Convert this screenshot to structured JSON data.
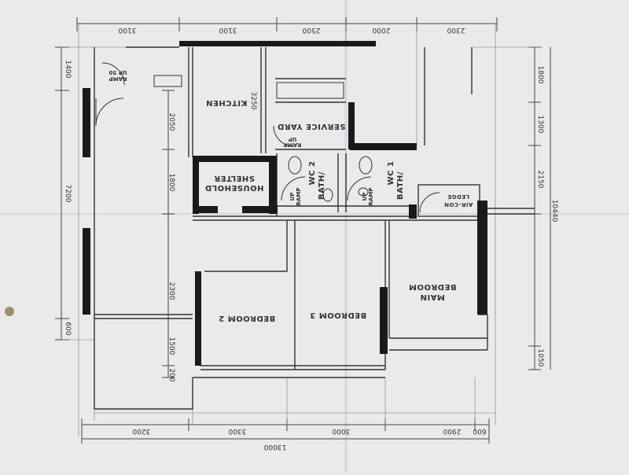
{
  "plan": {
    "rooms": {
      "kitchen": "KITCHEN",
      "service_yard": "SERVICE YARD",
      "household_shelter_line1": "HOUSEHOLD",
      "household_shelter_line2": "SHELTER",
      "bath_wc_2_line1": "BATH/",
      "bath_wc_2_line2": "WC 2",
      "bath_wc_1_line1": "BATH/",
      "bath_wc_1_line2": "WC 1",
      "aircon_line1": "AIR-CON",
      "aircon_line2": "LEDGE",
      "bedroom_2": "BEDROOM 2",
      "bedroom_3": "BEDROOM 3",
      "main_bedroom_line1": "MAIN",
      "main_bedroom_line2": "BEDROOM"
    },
    "ramps": {
      "entrance_line1": "RAMP",
      "entrance_line2": "UP 50",
      "service_yard_line1": "RAMP",
      "service_yard_line2": "UP",
      "bath_2_line1": "RAMP",
      "bath_2_line2": "UP",
      "bath_1_line1": "RAMP",
      "bath_1_line2": "UP"
    },
    "dimensions": {
      "top": [
        "3100",
        "3100",
        "2500",
        "2000",
        "2300"
      ],
      "bottom": [
        "3200",
        "3300",
        "3000",
        "2900",
        "600"
      ],
      "total": "13000",
      "left": [
        "1400",
        "7200",
        "600"
      ],
      "inner_left": [
        "2050",
        "1800",
        "2300",
        "1500",
        "200"
      ],
      "right": [
        "1800",
        "1300",
        "2150",
        "1050"
      ],
      "overall_right": "10440",
      "kitchen": "3250"
    }
  }
}
